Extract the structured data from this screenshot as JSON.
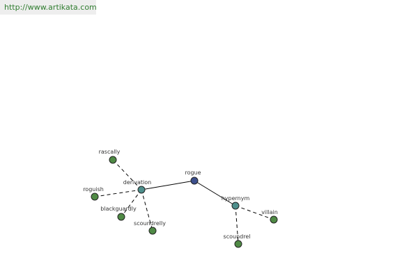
{
  "site": {
    "url_text": "http://www.artikata.com"
  },
  "colors": {
    "root": "#3c4f8c",
    "relation": "#4e8f8c",
    "word": "#4f8a45",
    "edge": "#000000",
    "url_text": "#2f7d2f",
    "url_bg": "#eeeeee"
  },
  "graph": {
    "nodes": [
      {
        "id": "rogue",
        "label": "rogue",
        "kind": "root"
      },
      {
        "id": "derivation",
        "label": "derivation",
        "kind": "relation"
      },
      {
        "id": "hypernym",
        "label": "hypernym",
        "kind": "relation"
      },
      {
        "id": "rascally",
        "label": "rascally",
        "kind": "word"
      },
      {
        "id": "roguish",
        "label": "roguish",
        "kind": "word"
      },
      {
        "id": "blackguardly",
        "label": "blackguardly",
        "kind": "word"
      },
      {
        "id": "scoundrelly",
        "label": "scoundrelly",
        "kind": "word"
      },
      {
        "id": "scoundrel",
        "label": "scoundrel",
        "kind": "word"
      },
      {
        "id": "villain",
        "label": "villain",
        "kind": "word"
      }
    ],
    "edges": [
      {
        "from": "rogue",
        "to": "derivation",
        "style": "solid"
      },
      {
        "from": "rogue",
        "to": "hypernym",
        "style": "solid"
      },
      {
        "from": "derivation",
        "to": "rascally",
        "style": "dashed"
      },
      {
        "from": "derivation",
        "to": "roguish",
        "style": "dashed"
      },
      {
        "from": "derivation",
        "to": "blackguardly",
        "style": "dashed"
      },
      {
        "from": "derivation",
        "to": "scoundrelly",
        "style": "dashed"
      },
      {
        "from": "hypernym",
        "to": "scoundrel",
        "style": "dashed"
      },
      {
        "from": "hypernym",
        "to": "villain",
        "style": "dashed"
      }
    ]
  }
}
